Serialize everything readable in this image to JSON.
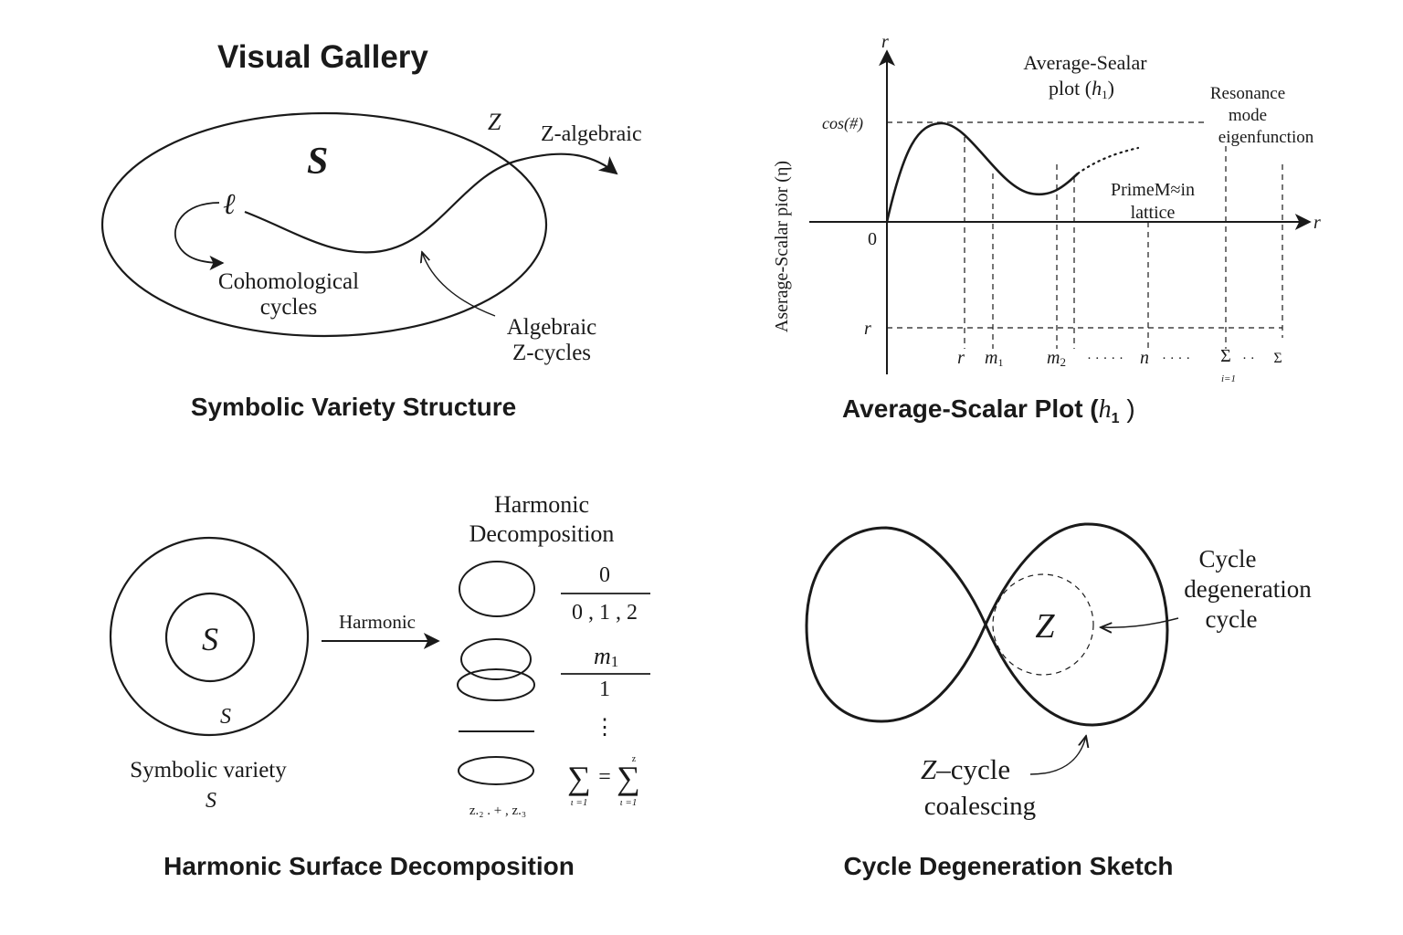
{
  "page": {
    "title": "Visual Gallery"
  },
  "panel_variety": {
    "caption": "Symbolic Variety Structure",
    "region_label": "S",
    "boundary_label": "Z",
    "loop_label": "ℓ",
    "outward_arrow_label": "Z-algebraic",
    "cycles_label_line1": "Cohomological",
    "cycles_label_line2": "cycles",
    "algebraic_label_line1": "Algebraic",
    "algebraic_label_line2": "Z-cycles"
  },
  "panel_plot": {
    "caption_main": "Average-Scalar Plot (",
    "caption_h": "h",
    "caption_sub": "1",
    "caption_close": " )",
    "y_axis_letter": "r",
    "x_axis_letter": "r",
    "y_axis_title": "Aserage-Scalar pior (η)",
    "cos_label": "cos(#)",
    "origin_label": "0",
    "lower_r_label": "r",
    "plot_title_line1": "Average-Sealar",
    "plot_title_line2_text": "plot (",
    "plot_title_line2_h": "h",
    "plot_title_line2_sub": "1",
    "plot_title_line2_close": ")",
    "resonance_line1": "Resonance",
    "resonance_line2": "mode",
    "resonance_line3": "eigenfunction",
    "prime_line1": "PrimeM≈in",
    "prime_line2": "lattice",
    "ticks": {
      "r": "r",
      "m1": "m",
      "m1_sub": "1",
      "m2": "m",
      "m2_sub": "2",
      "n": "n",
      "sum_sub": "i=1",
      "sigma": "Σ",
      "sigma_end": "Σ",
      "dots1": "· · · · ·",
      "dots2": "· · · ·",
      "dots3": "· ·"
    }
  },
  "panel_harmonic": {
    "caption": "Harmonic Surface Decomposition",
    "inner_label": "S",
    "outer_label": "S",
    "variety_line1": "Symbolic variety",
    "variety_line2": "S",
    "arrow_label": "Harmonic",
    "decomp_title_line1": "Harmonic",
    "decomp_title_line2": "Decomposition",
    "row1_num": "0",
    "row1_den": "0 , 1 , 2",
    "row2_num": "m",
    "row2_num_sub": "1",
    "row2_den": "1",
    "vdots": "⋮",
    "bottom_left": "z.₂ . + , z.₃",
    "sum_symbol": "∑",
    "sum_eq": "=",
    "sum_sub": "ι =1",
    "sum_sup": "z"
  },
  "panel_cycle": {
    "caption": "Cycle Degeneration Sketch",
    "z_label": "Z",
    "right_line1": "Cycle",
    "right_line2": "degeneration",
    "right_line3": "cycle",
    "bottom_line1_z": "Z",
    "bottom_line1_rest": "–cycle",
    "bottom_line2": "coalescing"
  }
}
